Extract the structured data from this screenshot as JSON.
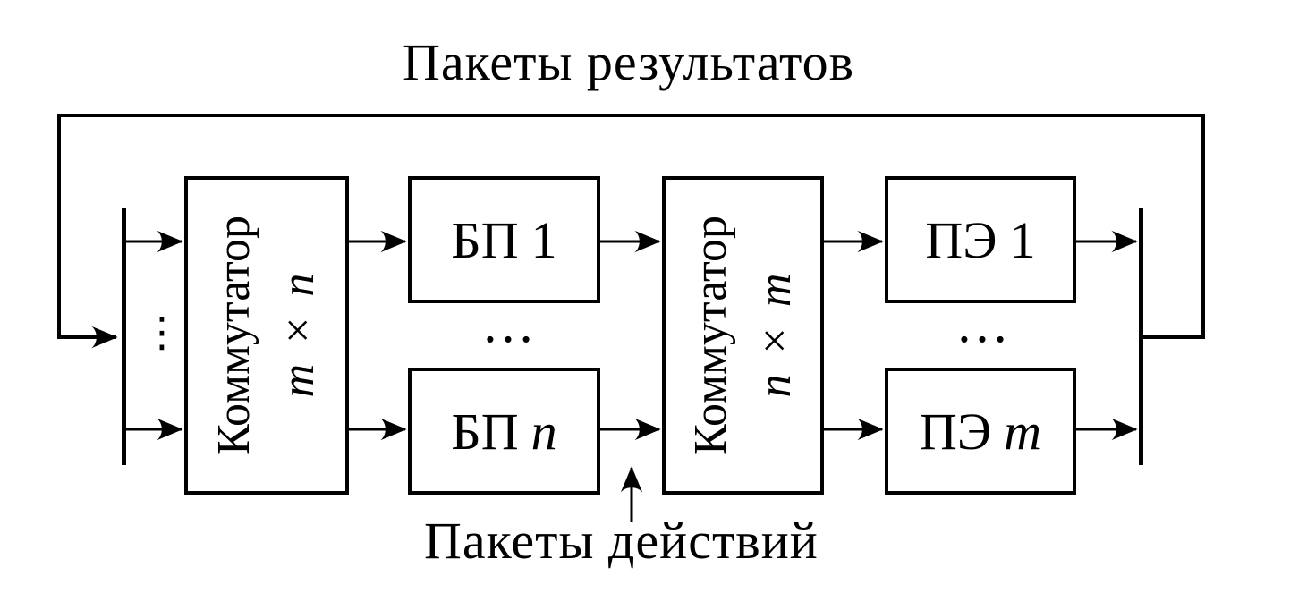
{
  "diagram": {
    "top_label": "Пакеты результатов",
    "bottom_label": "Пакеты действий",
    "horizontal_ellipsis": "…",
    "vertical_ellipsis": "⋮"
  },
  "blocks": {
    "switch1": {
      "name": "Коммутатор",
      "dim_left": "m",
      "dim_times": "×",
      "dim_right": "n"
    },
    "switch2": {
      "name": "Коммутатор",
      "dim_left": "n",
      "dim_times": "×",
      "dim_right": "m"
    },
    "bp1": {
      "label": "БП",
      "index": "1"
    },
    "bpn": {
      "label": "БП",
      "index": "n"
    },
    "pe1": {
      "label": "ПЭ",
      "index": "1"
    },
    "pem": {
      "label": "ПЭ",
      "index": "m"
    }
  },
  "colors": {
    "line": "#000000",
    "background": "#ffffff",
    "text": "#000000"
  }
}
